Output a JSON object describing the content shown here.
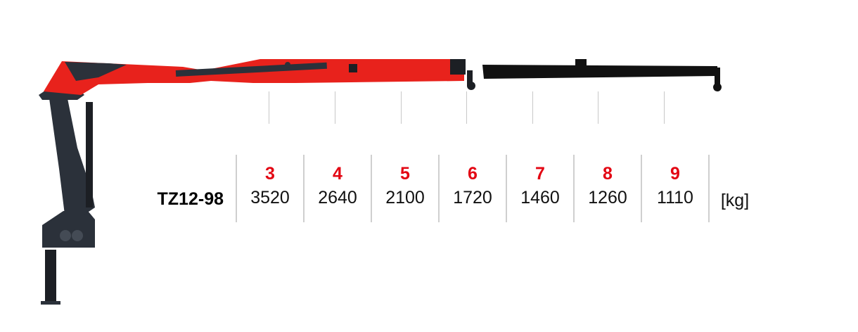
{
  "model": "TZ12-98",
  "unit": "[kg]",
  "colors": {
    "accent": "#e30613",
    "boom_red": "#e8221c",
    "boom_dark": "#2b313a",
    "extension": "#111111"
  },
  "load_chart": [
    {
      "reach": "3",
      "load": "3520"
    },
    {
      "reach": "4",
      "load": "2640"
    },
    {
      "reach": "5",
      "load": "2100"
    },
    {
      "reach": "6",
      "load": "1720"
    },
    {
      "reach": "7",
      "load": "1460"
    },
    {
      "reach": "8",
      "load": "1260"
    },
    {
      "reach": "9",
      "load": "1110"
    }
  ]
}
